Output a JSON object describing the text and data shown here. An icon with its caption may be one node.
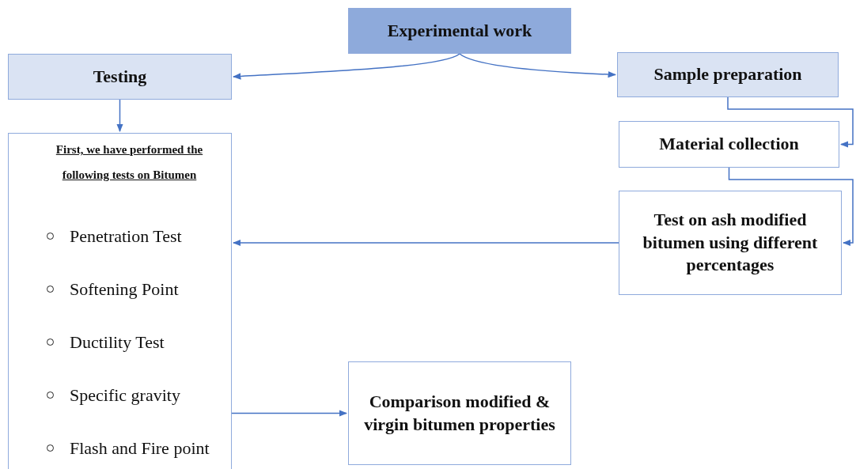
{
  "diagram": {
    "nodes": [
      {
        "text": [
          "Experimental work"
        ]
      },
      {
        "text": [
          "Testing"
        ]
      },
      {
        "text": [
          "Sample preparation"
        ]
      },
      {
        "text": [
          "First, we have performed the following tests on Bitumen",
          "Penetration Test",
          "Softening Point",
          "Ductility Test",
          "Specific gravity",
          "Flash and Fire point"
        ]
      },
      {
        "text": [
          "Material collection"
        ]
      },
      {
        "text": [
          "Test on ash modified bitumen using different percentages"
        ]
      },
      {
        "text": [
          "Comparison modified & virgin bitumen properties"
        ]
      }
    ],
    "edges": [
      {
        "from": 0,
        "to": 1,
        "arrow": "to"
      },
      {
        "from": 0,
        "to": 2,
        "arrow": "to"
      },
      {
        "from": 2,
        "to": 4,
        "arrow": "to"
      },
      {
        "from": 1,
        "to": 3,
        "arrow": "to"
      },
      {
        "from": 4,
        "to": 5,
        "arrow": "to"
      },
      {
        "from": 5,
        "to": 3,
        "arrow": "to"
      },
      {
        "from": 3,
        "to": 6,
        "arrow": "to"
      }
    ]
  }
}
